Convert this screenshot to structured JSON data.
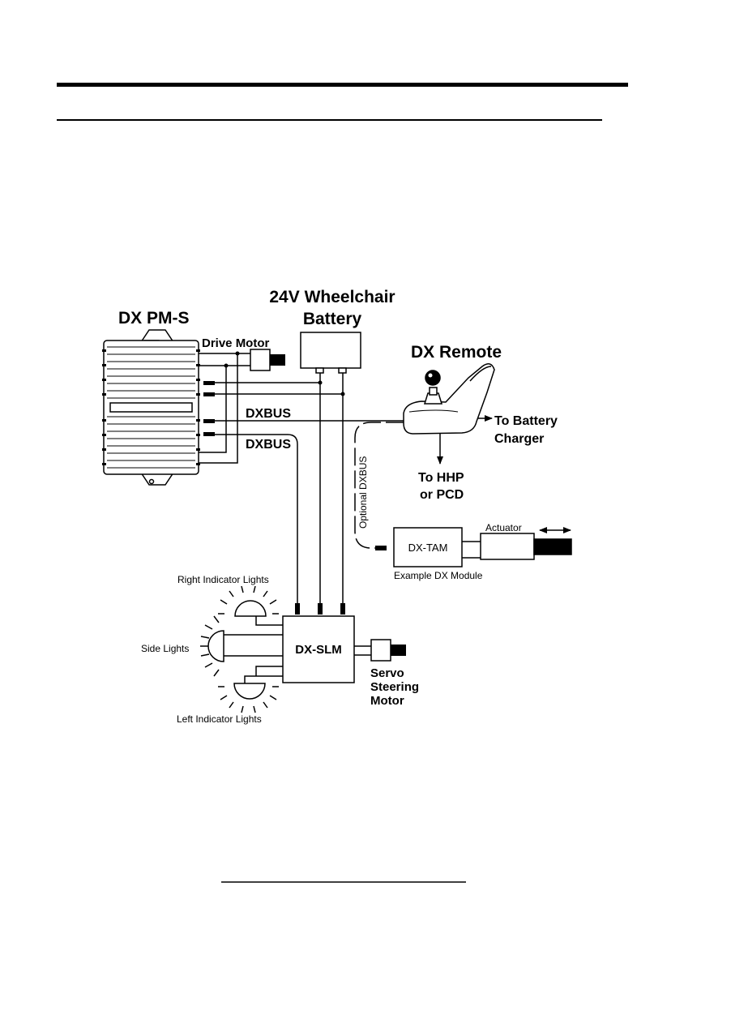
{
  "labels": {
    "pm": "DX PM-S",
    "battery_line1": "24V Wheelchair",
    "battery_line2": "Battery",
    "drive_motor": "Drive Motor",
    "remote": "DX Remote",
    "dxbus_top": "DXBUS",
    "dxbus_bottom": "DXBUS",
    "to_battery_line1": "To Battery",
    "to_battery_line2": "Charger",
    "to_hhp_line1": "To HHP",
    "to_hhp_line2": "or PCD",
    "optional_dxbus": "Optional DXBUS",
    "tam": "DX-TAM",
    "actuator": "Actuator",
    "example_module": "Example DX Module",
    "right_indicator": "Right Indicator Lights",
    "side_lights": "Side Lights",
    "left_indicator": "Left Indicator Lights",
    "slm": "DX-SLM",
    "servo_line1": "Servo",
    "servo_line2": "Steering",
    "servo_line3": "Motor"
  },
  "colors": {
    "ink": "#000000",
    "paper": "#ffffff"
  }
}
